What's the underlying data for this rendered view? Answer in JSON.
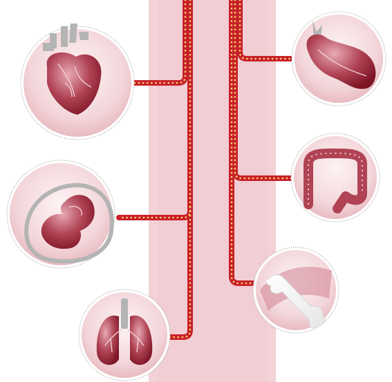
{
  "colors": {
    "band": "#f2d2d6",
    "band_edge": "#e9bcc2",
    "conduit": "#c8202a",
    "conduit_dot": "#f7d66a",
    "organ_dark": "#8a1c2b",
    "organ_mid": "#b04455",
    "organ_light": "#dca0aa",
    "vessel_grey": "#b4b4b4",
    "circle_border": "#8a8a8a"
  },
  "organs": [
    {
      "id": "heart",
      "icon": "heart-icon"
    },
    {
      "id": "fetus",
      "icon": "fetus-in-womb-icon"
    },
    {
      "id": "lungs",
      "icon": "lungs-icon"
    },
    {
      "id": "pancreas",
      "icon": "pancreas-icon"
    },
    {
      "id": "colon",
      "icon": "colon-icon"
    },
    {
      "id": "bone",
      "icon": "bone-joint-icon"
    }
  ]
}
